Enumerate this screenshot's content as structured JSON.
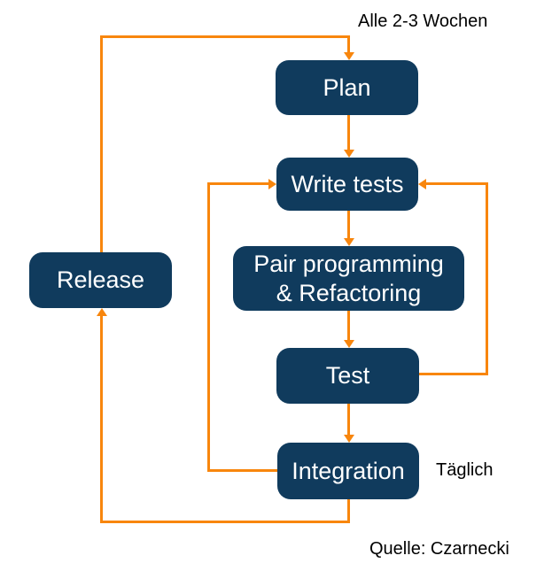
{
  "annotations": {
    "interval": "Alle 2-3 Wochen",
    "daily": "Täglich",
    "source": "Quelle: Czarnecki"
  },
  "nodes": {
    "plan": {
      "label": "Plan"
    },
    "write_tests": {
      "label": "Write tests"
    },
    "pair_refactor": {
      "line1": "Pair programming",
      "line2": "& Refactoring"
    },
    "test": {
      "label": "Test"
    },
    "integration": {
      "label": "Integration"
    },
    "release": {
      "label": "Release"
    }
  },
  "edges": [
    {
      "from": "plan",
      "to": "write_tests"
    },
    {
      "from": "write_tests",
      "to": "pair_refactor"
    },
    {
      "from": "pair_refactor",
      "to": "test"
    },
    {
      "from": "test",
      "to": "integration"
    },
    {
      "from": "test",
      "to": "write_tests"
    },
    {
      "from": "integration",
      "to": "write_tests"
    },
    {
      "from": "integration",
      "to": "release"
    },
    {
      "from": "release",
      "to": "plan"
    }
  ],
  "colors": {
    "node_fill": "#103B5D",
    "node_text": "#FFFFFF",
    "arrow": "#F8860D",
    "annotation_text": "#000000",
    "background": "#FFFFFF"
  }
}
